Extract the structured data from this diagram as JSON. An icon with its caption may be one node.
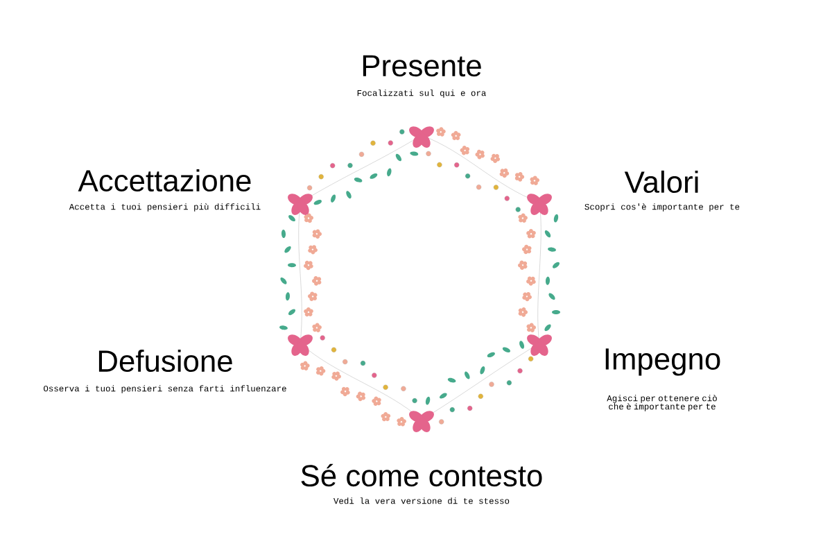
{
  "diagram": {
    "labels": [
      "Presente",
      "Focalizzati sul qui e ora",
      "Accettazione",
      "Accetta i tuoi pensieri più difficili",
      "Valori",
      "Scopri cos'è importante per te",
      "Defusione",
      "Osserva i tuoi pensieri senza farti influenzare",
      "Impegno",
      "Agisci per ottenere ciò che è importante per te",
      "Sé come contesto",
      "Vedi la vera versione di te stesso"
    ]
  }
}
